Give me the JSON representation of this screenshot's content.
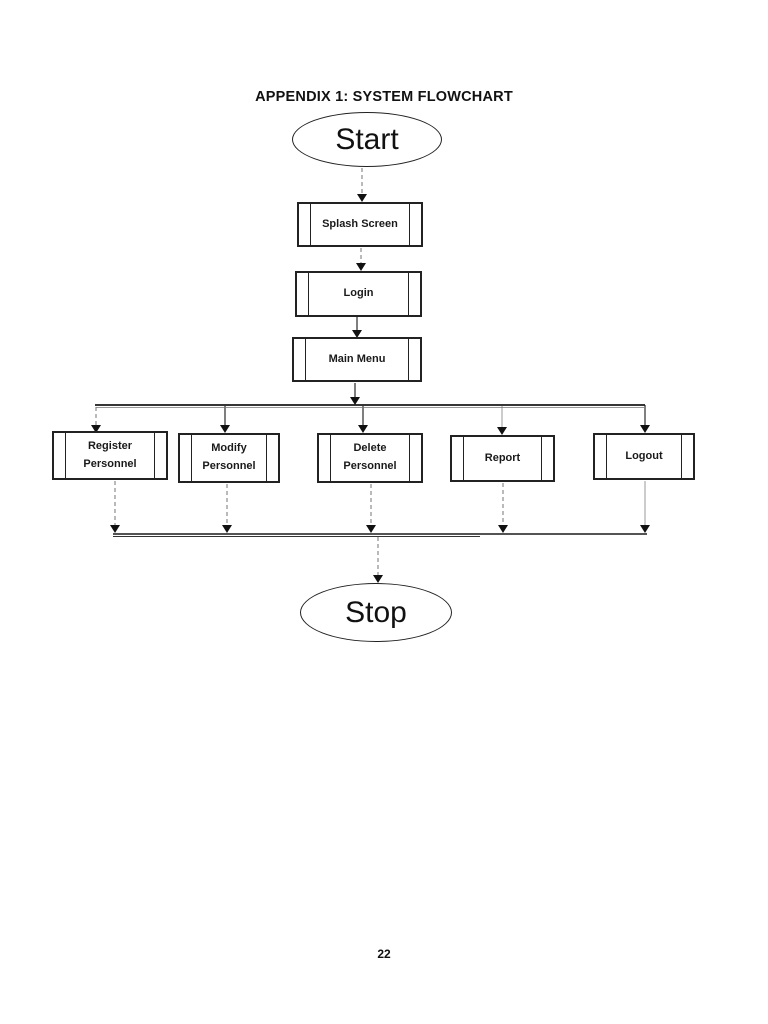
{
  "page": {
    "title": "APPENDIX 1: SYSTEM FLOWCHART",
    "number": "22"
  },
  "flowchart": {
    "start": {
      "label": "Start",
      "shape": "terminator"
    },
    "stop": {
      "label": "Stop",
      "shape": "terminator"
    },
    "steps": [
      {
        "label": "Splash Screen",
        "shape": "predefined-process"
      },
      {
        "label": "Login",
        "shape": "predefined-process"
      },
      {
        "label": "Main Menu",
        "shape": "predefined-process"
      }
    ],
    "branches": [
      {
        "label": "Register Personnel",
        "shape": "predefined-process"
      },
      {
        "label": "Modify Personnel",
        "shape": "predefined-process"
      },
      {
        "label": "Delete Personnel",
        "shape": "predefined-process"
      },
      {
        "label": "Report",
        "shape": "predefined-process"
      },
      {
        "label": "Logout",
        "shape": "predefined-process"
      }
    ],
    "edges": [
      {
        "from": "Start",
        "to": "Splash Screen"
      },
      {
        "from": "Splash Screen",
        "to": "Login"
      },
      {
        "from": "Login",
        "to": "Main Menu"
      },
      {
        "from": "Main Menu",
        "to": "Register Personnel"
      },
      {
        "from": "Main Menu",
        "to": "Modify Personnel"
      },
      {
        "from": "Main Menu",
        "to": "Delete Personnel"
      },
      {
        "from": "Main Menu",
        "to": "Report"
      },
      {
        "from": "Main Menu",
        "to": "Logout"
      },
      {
        "from": "Register Personnel",
        "to": "Stop"
      },
      {
        "from": "Modify Personnel",
        "to": "Stop"
      },
      {
        "from": "Delete Personnel",
        "to": "Stop"
      },
      {
        "from": "Report",
        "to": "Stop"
      },
      {
        "from": "Logout",
        "to": "Stop"
      }
    ]
  }
}
